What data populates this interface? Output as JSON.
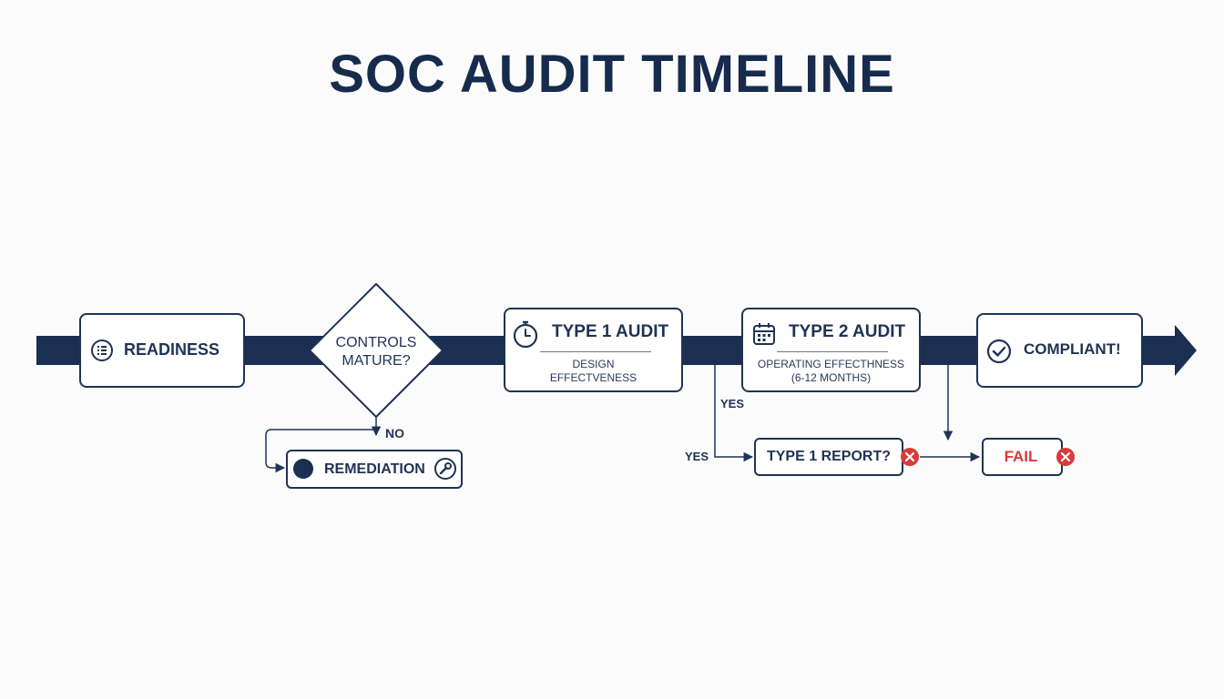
{
  "title": "SOC AUDIT TIMELINE",
  "nodes": {
    "readiness": "READINESS",
    "decision_line1": "CONTROLS",
    "decision_line2": "MATURE?",
    "remediation": "REMEDIATION",
    "type1_title": "TYPE 1 AUDIT",
    "type1_sub1": "DESIGN",
    "type1_sub2": "EFFECTVENESS",
    "type2_title": "TYPE 2 AUDIT",
    "type2_sub1": "OPERATING EFFECTHNESS",
    "type2_sub2": "(6-12 MONTHS)",
    "compliant": "COMPLIANT!",
    "type1_report": "TYPE 1 REPORT?",
    "fail": "FAIL"
  },
  "edges": {
    "no": "NO",
    "yes_upper": "YES",
    "yes_lower": "YES"
  },
  "icons": {
    "readiness": "checklist-icon",
    "remediation_dot": "dot-icon",
    "remediation": "wrench-icon",
    "type1": "stopwatch-icon",
    "type2": "calendar-icon",
    "compliant": "check-circle-icon",
    "report_status": "x-circle-icon",
    "fail_status": "x-circle-icon"
  },
  "colors": {
    "navy": "#1f3354",
    "fail_red": "#d73b3b"
  }
}
